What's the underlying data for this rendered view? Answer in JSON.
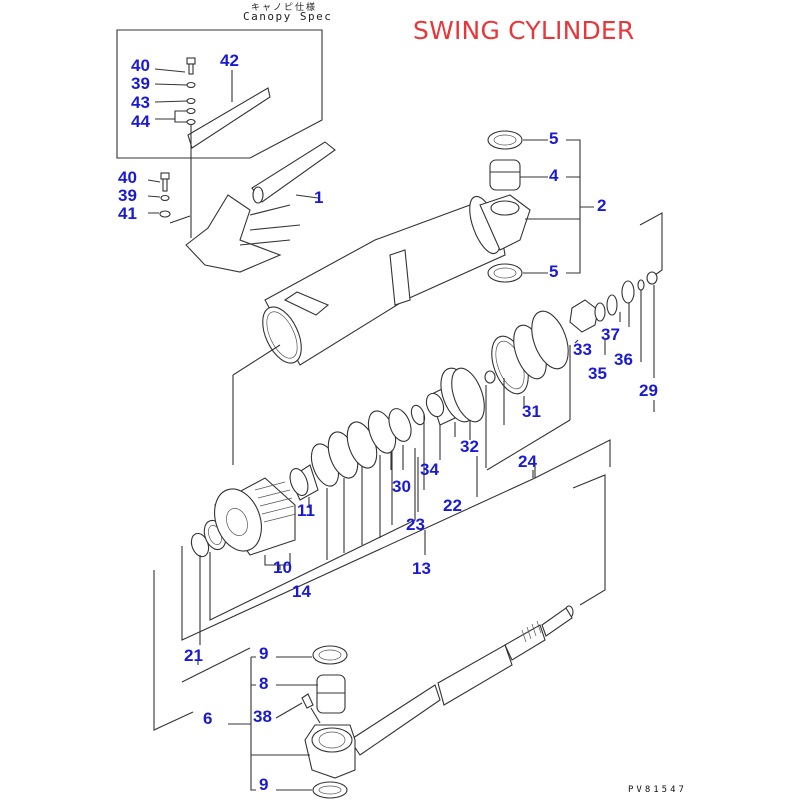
{
  "diagram": {
    "title": "SWING CYLINDER",
    "title_color": "#e8373b",
    "canopy_spec_jp": "キャノピ仕様",
    "canopy_spec_en": "Canopy Spec",
    "drawing_code": "PV81547",
    "label_color": "#1a1ad4"
  },
  "callouts": [
    {
      "id": "c40a",
      "num": "40"
    },
    {
      "id": "c39a",
      "num": "39"
    },
    {
      "id": "c43",
      "num": "43"
    },
    {
      "id": "c44",
      "num": "44"
    },
    {
      "id": "c42",
      "num": "42"
    },
    {
      "id": "c40b",
      "num": "40"
    },
    {
      "id": "c39b",
      "num": "39"
    },
    {
      "id": "c41",
      "num": "41"
    },
    {
      "id": "c1",
      "num": "1"
    },
    {
      "id": "c5a",
      "num": "5"
    },
    {
      "id": "c4",
      "num": "4"
    },
    {
      "id": "c2",
      "num": "2"
    },
    {
      "id": "c5b",
      "num": "5"
    },
    {
      "id": "c33",
      "num": "33"
    },
    {
      "id": "c37",
      "num": "37"
    },
    {
      "id": "c36",
      "num": "36"
    },
    {
      "id": "c35",
      "num": "35"
    },
    {
      "id": "c29",
      "num": "29"
    },
    {
      "id": "c31",
      "num": "31"
    },
    {
      "id": "c32",
      "num": "32"
    },
    {
      "id": "c34",
      "num": "34"
    },
    {
      "id": "c24",
      "num": "24"
    },
    {
      "id": "c30",
      "num": "30"
    },
    {
      "id": "c22",
      "num": "22"
    },
    {
      "id": "c23",
      "num": "23"
    },
    {
      "id": "c11",
      "num": "11"
    },
    {
      "id": "c10",
      "num": "10"
    },
    {
      "id": "c13",
      "num": "13"
    },
    {
      "id": "c14",
      "num": "14"
    },
    {
      "id": "c21",
      "num": "21"
    },
    {
      "id": "c9a",
      "num": "9"
    },
    {
      "id": "c8",
      "num": "8"
    },
    {
      "id": "c38",
      "num": "38"
    },
    {
      "id": "c6",
      "num": "6"
    },
    {
      "id": "c9b",
      "num": "9"
    }
  ]
}
